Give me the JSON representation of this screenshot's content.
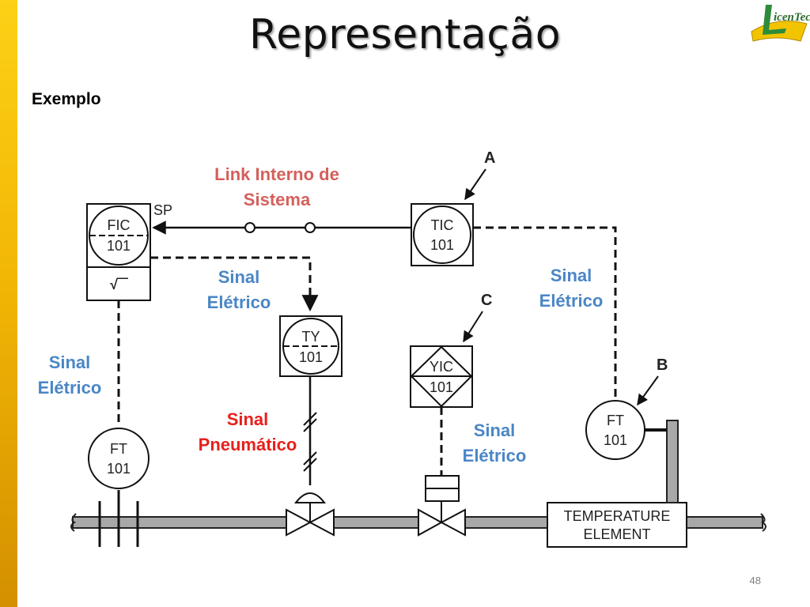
{
  "title": "Representação",
  "section": "Exemplo",
  "page_number": "48",
  "logo": {
    "text": "LicenTec",
    "icon": "licentec-logo"
  },
  "instruments": {
    "fic": {
      "code": "FIC",
      "number": "101",
      "function": "√‾‾"
    },
    "tic": {
      "code": "TIC",
      "number": "101"
    },
    "ty": {
      "code": "TY",
      "number": "101"
    },
    "yic": {
      "code": "YIC",
      "number": "101"
    },
    "ft_left": {
      "code": "FT",
      "number": "101"
    },
    "ft_right": {
      "code": "FT",
      "number": "101"
    }
  },
  "labels": {
    "sp": "SP",
    "link_line1": "Link Interno de",
    "link_line2": "Sistema",
    "sinal": "Sinal",
    "eletrico": "Elétrico",
    "pneumatico": "Pneumático",
    "temp_line1": "TEMPERATURE",
    "temp_line2": "ELEMENT"
  },
  "callouts": {
    "a": "A",
    "b": "B",
    "c": "C"
  },
  "colors": {
    "accent_bar": "#f2b705",
    "signal_blue": "#4a86c6",
    "signal_red": "#e8201c",
    "link_red": "#d4605c",
    "pipe": "#a8a8a8"
  }
}
